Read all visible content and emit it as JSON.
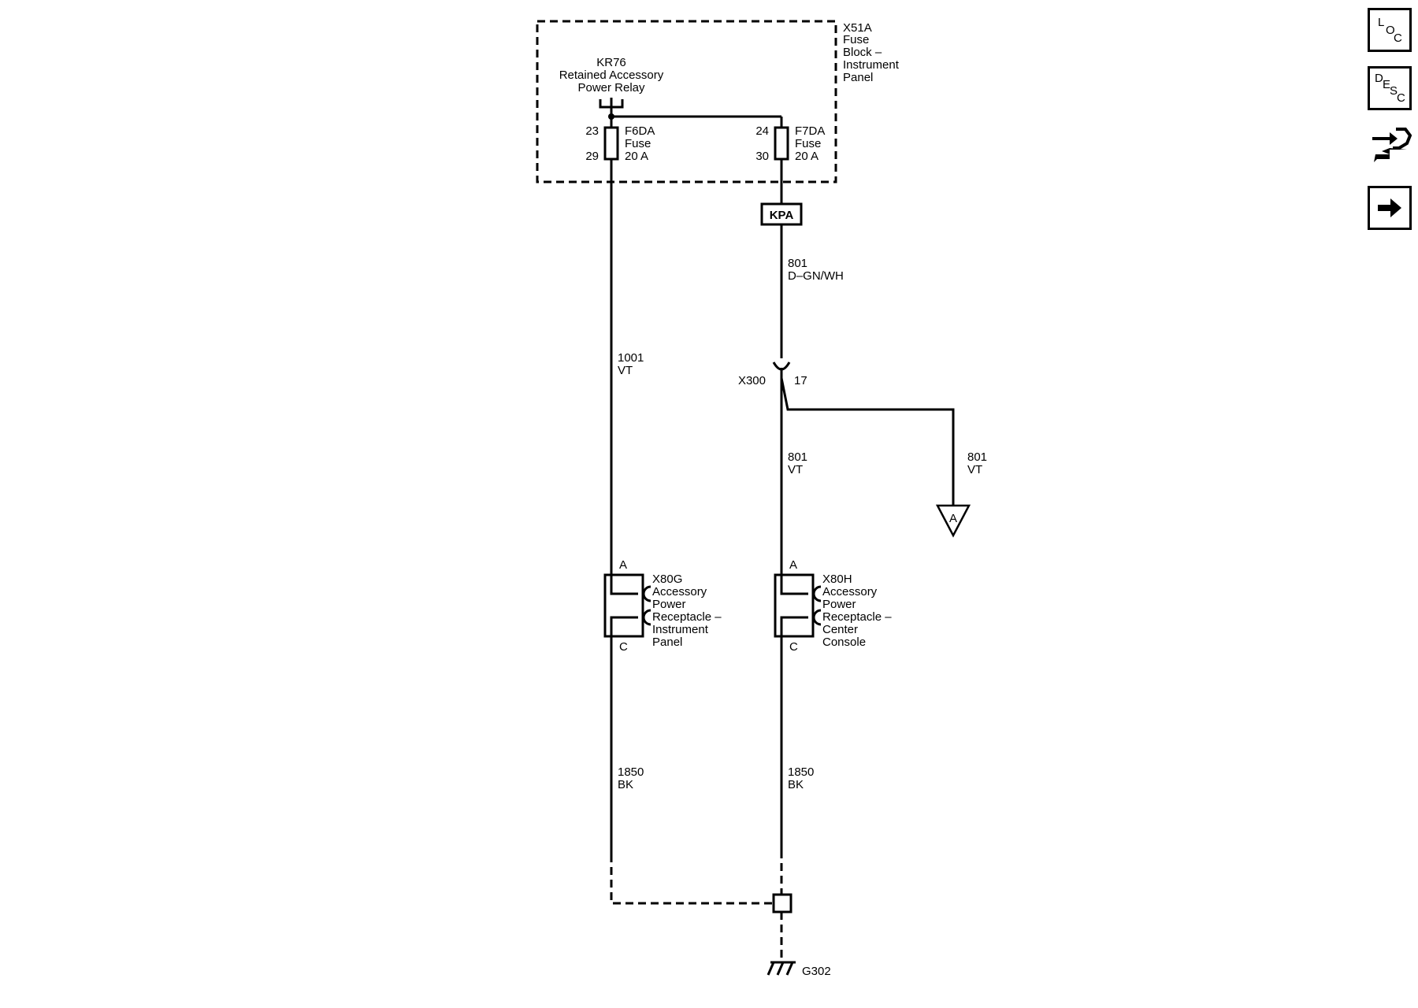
{
  "fuse_block": {
    "id": "X51A",
    "name_lines": [
      "Fuse",
      "Block –",
      "Instrument",
      "Panel"
    ]
  },
  "relay": {
    "id": "KR76",
    "name_lines": [
      "Retained Accessory",
      "Power Relay"
    ]
  },
  "fuse_left": {
    "pin_top": "23",
    "pin_bottom": "29",
    "id": "F6DA",
    "type": "Fuse",
    "rating": "20 A"
  },
  "fuse_right": {
    "pin_top": "24",
    "pin_bottom": "30",
    "id": "F7DA",
    "type": "Fuse",
    "rating": "20 A"
  },
  "kpa_label": "KPA",
  "wire_801_upper": {
    "circuit": "801",
    "color": "D–GN/WH"
  },
  "wire_1001": {
    "circuit": "1001",
    "color": "VT"
  },
  "connector_x300": {
    "id": "X300",
    "pin": "17"
  },
  "wire_801_lower": {
    "circuit": "801",
    "color": "VT"
  },
  "wire_801_branch": {
    "circuit": "801",
    "color": "VT"
  },
  "offpage_ref": "A",
  "receptacle_ip": {
    "pin_top": "A",
    "pin_bottom": "C",
    "id": "X80G",
    "name_lines": [
      "Accessory",
      "Power",
      "Receptacle –",
      "Instrument",
      "Panel"
    ]
  },
  "receptacle_cc": {
    "pin_top": "A",
    "pin_bottom": "C",
    "id": "X80H",
    "name_lines": [
      "Accessory",
      "Power",
      "Receptacle –",
      "Center",
      "Console"
    ]
  },
  "ground_left_wire": {
    "circuit": "1850",
    "color": "BK"
  },
  "ground_right_wire": {
    "circuit": "1850",
    "color": "BK"
  },
  "ground": "G302",
  "sidebar": {
    "loc": {
      "letters": [
        "L",
        "O",
        "C"
      ]
    },
    "desc": {
      "letters": [
        "D",
        "E",
        "S",
        "C"
      ]
    },
    "connector_icon": "connector-end-view-icon",
    "next_icon": "right-arrow-icon"
  }
}
